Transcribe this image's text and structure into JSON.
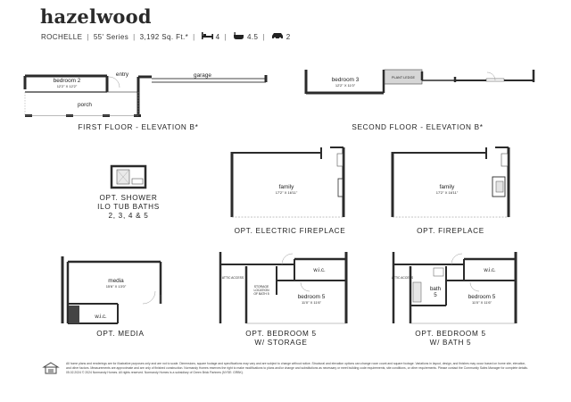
{
  "header": {
    "title": "hazelwood",
    "collection": "ROCHELLE",
    "series": "55' Series",
    "sqft": "3,192 Sq. Ft.*",
    "beds": "4",
    "baths": "4.5",
    "garage": "2"
  },
  "icons": [
    "bed-icon",
    "bath-icon",
    "car-icon",
    "equal-housing-icon"
  ],
  "plans": {
    "first_floor": {
      "caption": "FIRST FLOOR - ELEVATION B*",
      "bedroom2_label": "bedroom 2",
      "bedroom2_dims": "12'2\" X 12'2\"",
      "entry_label": "entry",
      "garage_label": "garage",
      "porch_label": "porch"
    },
    "second_floor": {
      "caption": "SECOND FLOOR - ELEVATION B*",
      "bedroom3_label": "bedroom 3",
      "bedroom3_dims": "12'2\" X 11'0\"",
      "plant_ledge": "PLANT LEDGE"
    },
    "opt_shower": {
      "caption_lines": [
        "OPT. SHOWER",
        "ILO TUB BATHS",
        "2, 3, 4 & 5"
      ]
    },
    "opt_electric_fireplace": {
      "caption": "OPT. ELECTRIC FIREPLACE",
      "family_label": "family",
      "family_dims": "17'2\" X 16'11\""
    },
    "opt_fireplace": {
      "caption": "OPT. FIREPLACE",
      "family_label": "family",
      "family_dims": "17'2\" X 16'11\""
    },
    "opt_media": {
      "caption": "OPT. MEDIA",
      "media_label": "media",
      "media_dims": "15'6\" X 13'0\"",
      "wic_label": "w.i.c."
    },
    "opt_bedroom5_storage": {
      "caption_lines": [
        "OPT. BEDROOM 5",
        "W/ STORAGE"
      ],
      "bedroom5_label": "bedroom 5",
      "bedroom5_dims": "11'0\" X 11'6\"",
      "wic_label": "w.i.c.",
      "attic_access": "ATTIC ACCESS",
      "storage_lines": [
        "STORAGE",
        "LOCATION",
        "OF BATH 5"
      ]
    },
    "opt_bedroom5_bath": {
      "caption_lines": [
        "OPT. BEDROOM 5",
        "W/ BATH 5"
      ],
      "bedroom5_label": "bedroom 5",
      "bedroom5_dims": "11'0\" X 11'6\"",
      "wic_label": "w.i.c.",
      "attic_access": "ATTIC ACCESS",
      "bath5_lines": [
        "bath",
        "5"
      ]
    }
  },
  "footer": {
    "disclaimer": "All home plans and renderings are for illustrative purposes only and are not to scale. Dimensions, square footage and specifications may vary and are subject to change without notice. Structural and elevation options can change room count and square footage. Variations in layout, design, and finishes may occur based on home site, elevation, and other factors. Measurements are approximate and are only of finished construction. Normandy Homes reserves the right to make modifications to plans and/or change and substitutions as necessary or meet building code requirements, site conditions, or other requirements. Please contact the Community Sales Manager for complete details. 05.02.2024 © 2024 Normandy Homes. All rights reserved. Normandy Homes is a subsidiary of Green Brick Partners (NYSE: GRBK)."
  }
}
